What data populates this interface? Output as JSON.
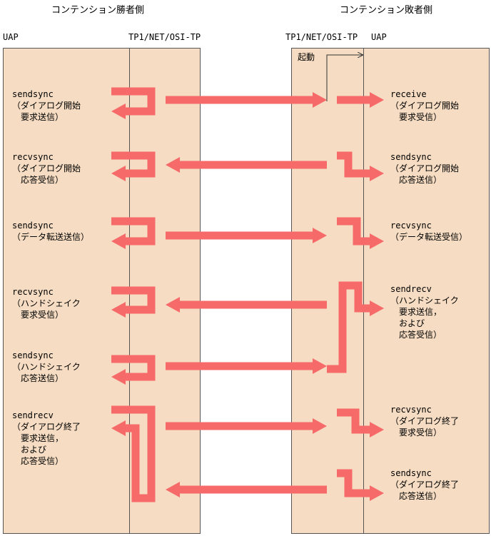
{
  "headers": {
    "winner": "コンテンション勝者側",
    "loser": "コンテンション敗者側"
  },
  "columns": {
    "uap_left": "UAP",
    "tp_left": "TP1/NET/OSI-TP",
    "tp_right": "TP1/NET/OSI-TP",
    "uap_right": "UAP"
  },
  "startup_label": "起動",
  "winner_steps": [
    "sendsync\n（ダイアログ開始\n　要求送信）",
    "recvsync\n（ダイアログ開始\n　応答受信）",
    "sendsync\n（データ転送送信）",
    "recvsync\n（ハンドシェイク\n　要求受信）",
    "sendsync\n（ハンドシェイク\n　応答送信）",
    "sendrecv\n（ダイアログ終了\n　要求送信，\n　および\n　応答受信）"
  ],
  "loser_steps": [
    "receive\n（ダイアログ開始\n　要求受信）",
    "sendsync\n（ダイアログ開始\n　応答送信）",
    "recvsync\n（データ転送受信）",
    "sendrecv\n（ハンドシェイク\n　要求送信，\n　および\n　応答受信）",
    "recvsync\n（ダイアログ終了\n　要求受信）",
    "sendsync\n（ダイアログ終了\n　応答送信）"
  ],
  "colors": {
    "arrow": "#f76a6a",
    "panel": "#f5dcc2",
    "border": "#555555"
  }
}
